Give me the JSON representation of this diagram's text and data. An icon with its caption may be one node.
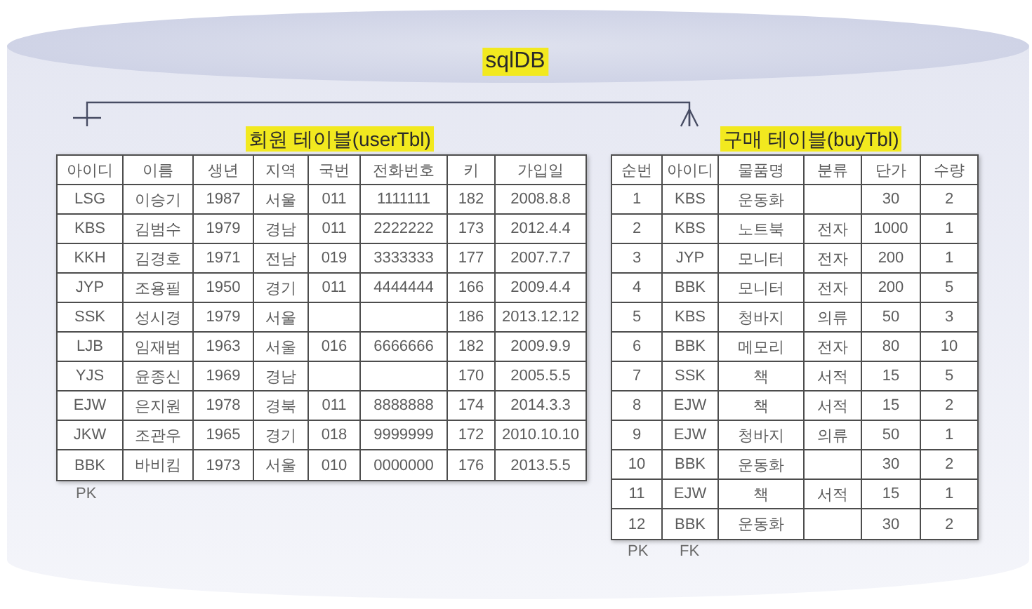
{
  "diagram": {
    "nodes": [
      {
        "text": [
          "sqlDB"
        ]
      },
      {
        "text": [
          "회원 테이블(userTbl)"
        ],
        "in": 0,
        "beside": [
          "PK"
        ]
      },
      {
        "text": [
          "구매 테이블(buyTbl)"
        ],
        "in": 0,
        "beside": [
          "PK",
          "FK"
        ]
      }
    ],
    "edges": [
      {
        "from": 1,
        "to": 2,
        "arrow": "other"
      }
    ],
    "labels": [
      "아이디",
      "이름",
      "생년",
      "지역",
      "국번",
      "전화번호",
      "키",
      "가입일",
      "LSG",
      "이승기",
      "1987",
      "서울",
      "011",
      "1111111",
      "182",
      "2008.8.8",
      "KBS",
      "김범수",
      "1979",
      "경남",
      "011",
      "2222222",
      "173",
      "2012.4.4",
      "KKH",
      "김경호",
      "1971",
      "전남",
      "019",
      "3333333",
      "177",
      "2007.7.7",
      "JYP",
      "조용필",
      "1950",
      "경기",
      "011",
      "4444444",
      "166",
      "2009.4.4",
      "SSK",
      "성시경",
      "1979",
      "서울",
      "186",
      "2013.12.12",
      "LJB",
      "임재범",
      "1963",
      "서울",
      "016",
      "6666666",
      "182",
      "2009.9.9",
      "YJS",
      "윤종신",
      "1969",
      "경남",
      "170",
      "2005.5.5",
      "EJW",
      "은지원",
      "1978",
      "경북",
      "011",
      "8888888",
      "174",
      "2014.3.3",
      "JKW",
      "조관우",
      "1965",
      "경기",
      "018",
      "9999999",
      "172",
      "2010.10.10",
      "BBK",
      "바비킴",
      "1973",
      "서울",
      "010",
      "0000000",
      "176",
      "2013.5.5",
      "순번",
      "아이디",
      "물품명",
      "분류",
      "단가",
      "수량",
      "1",
      "KBS",
      "운동화",
      "30",
      "2",
      "2",
      "KBS",
      "노트북",
      "전자",
      "1000",
      "1",
      "3",
      "JYP",
      "모니터",
      "전자",
      "200",
      "1",
      "4",
      "BBK",
      "모니터",
      "전자",
      "200",
      "5",
      "5",
      "KBS",
      "청바지",
      "의류",
      "50",
      "3",
      "6",
      "BBK",
      "메모리",
      "전자",
      "80",
      "10",
      "7",
      "SSK",
      "책",
      "서적",
      "15",
      "5",
      "8",
      "EJW",
      "책",
      "서적",
      "15",
      "2",
      "9",
      "EJW",
      "청바지",
      "의류",
      "50",
      "1",
      "10",
      "BBK",
      "운동화",
      "30",
      "2",
      "11",
      "EJW",
      "책",
      "서적",
      "15",
      "1",
      "12",
      "BBK",
      "운동화",
      "30",
      "2"
    ]
  }
}
